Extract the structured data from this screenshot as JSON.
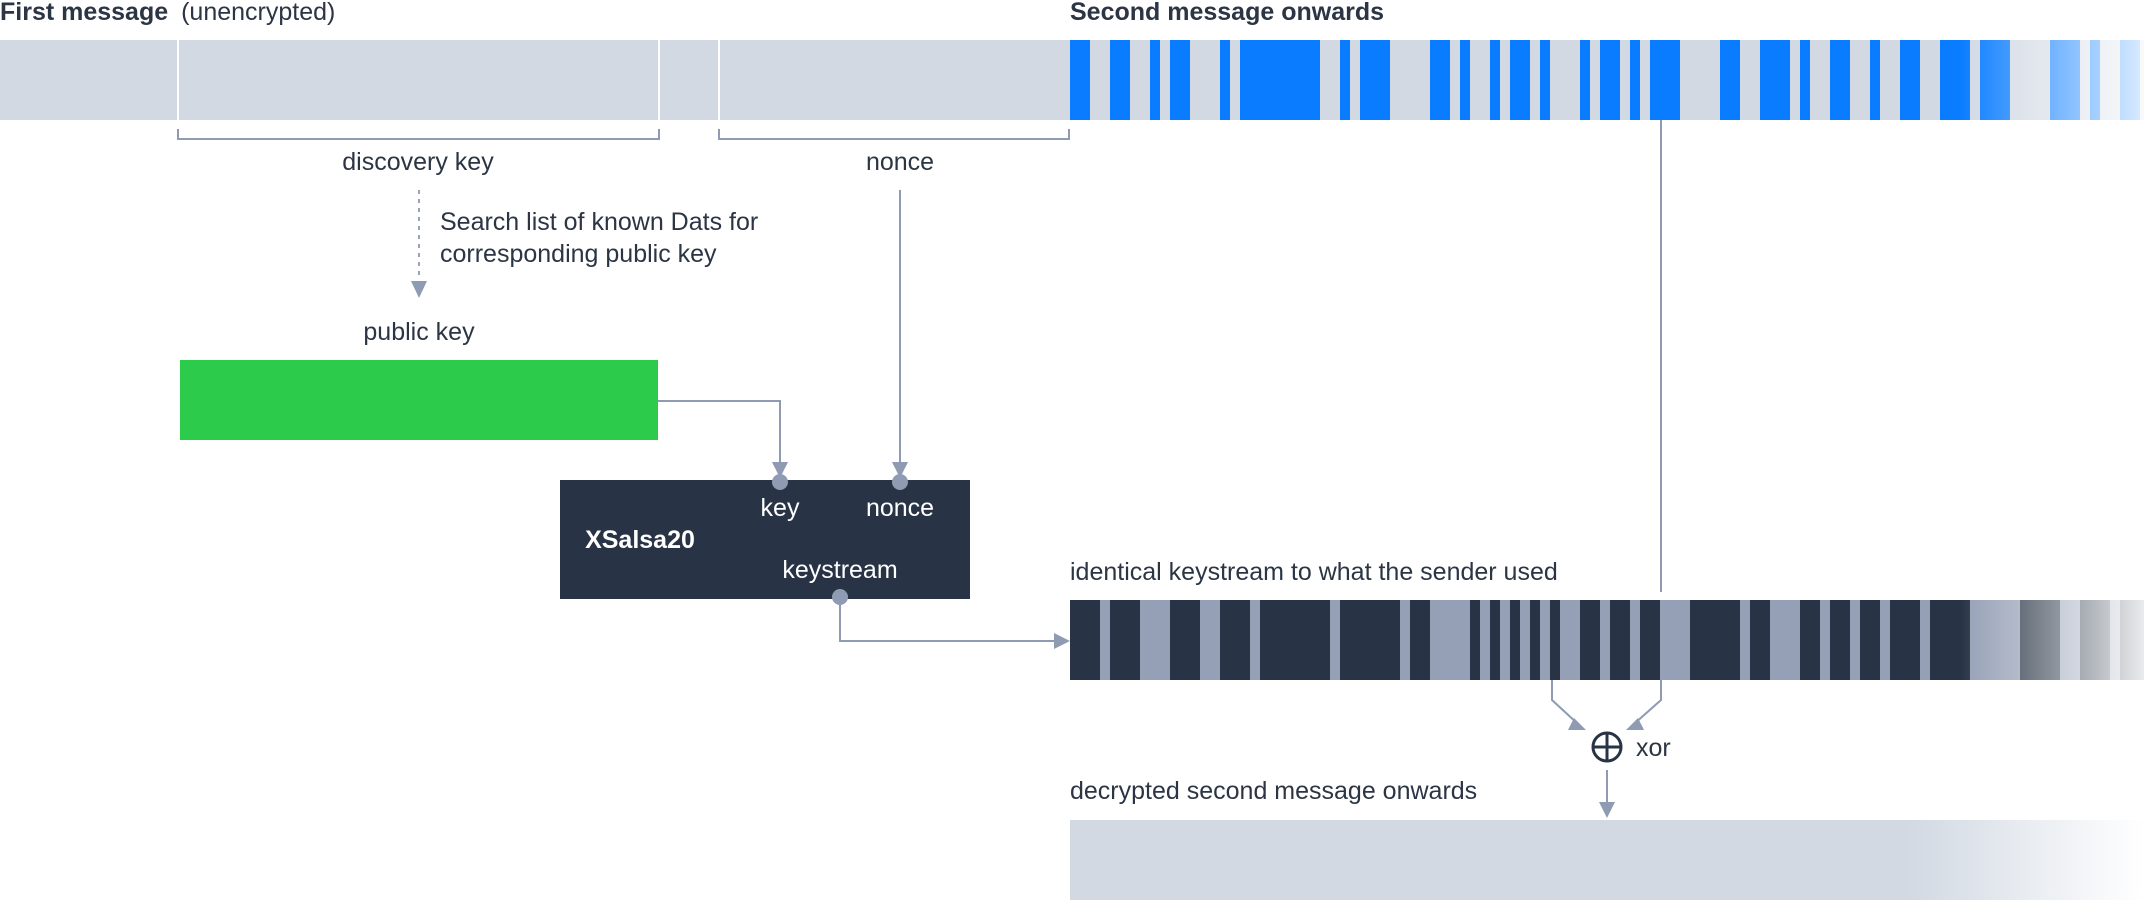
{
  "header": {
    "first_message_bold": "First message",
    "first_message_rest": "(unencrypted)",
    "second_message": "Second message onwards"
  },
  "labels": {
    "discovery_key": "discovery key",
    "nonce": "nonce",
    "search_line1": "Search list of known Dats for",
    "search_line2": "corresponding public key",
    "public_key": "public key",
    "keystream_caption": "identical keystream to what the sender used",
    "xor": "xor",
    "decrypted": "decrypted second message onwards"
  },
  "xsalsa": {
    "name": "XSalsa20",
    "port_key": "key",
    "port_nonce": "nonce",
    "port_keystream": "keystream"
  },
  "colors": {
    "plaintext_bar": "#d2d9e3",
    "cipher_stripe": "#0a7cff",
    "public_key": "#2ccb4b",
    "box_dark": "#283445",
    "keystream_dark": "#283445",
    "keystream_light": "#959fb5",
    "connector": "#8f9bb3"
  },
  "icons": {
    "xor": "circled-plus-icon"
  }
}
